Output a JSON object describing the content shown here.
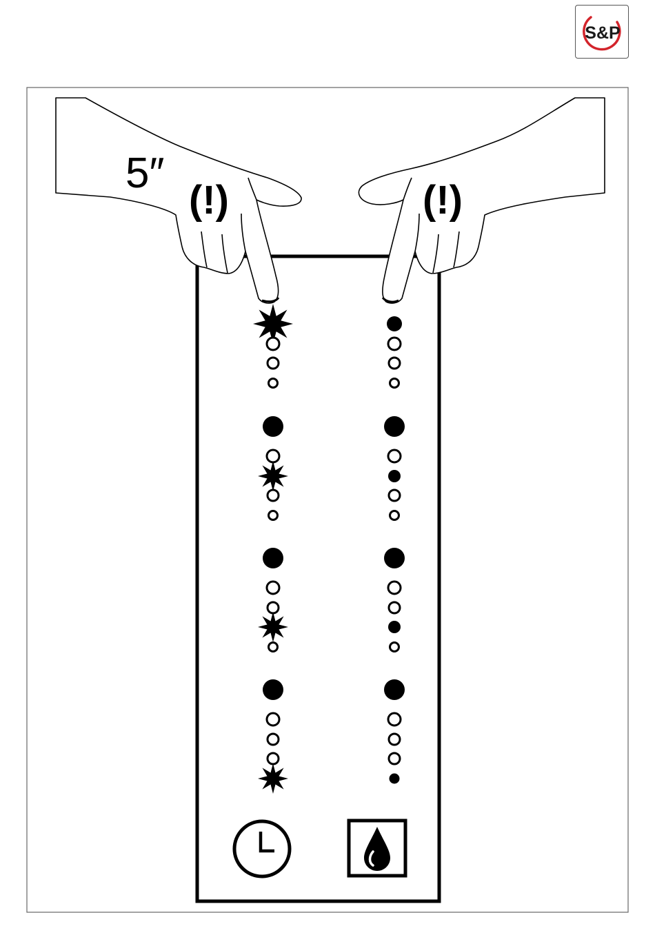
{
  "logo": {
    "text": "S&P",
    "accent_color": "#d3242b"
  },
  "instruction": {
    "hold_duration": "5″",
    "warning_left": "(!)",
    "warning_right": "(!)"
  },
  "panel": {
    "columns": [
      {
        "id": "timer",
        "icon": "clock-icon"
      },
      {
        "id": "humidity",
        "icon": "water-drop-icon"
      }
    ],
    "states": [
      {
        "timer": [
          "flash",
          "off",
          "off",
          "off"
        ],
        "humidity": [
          "on",
          "off",
          "off",
          "off"
        ]
      },
      {
        "timer": [
          "on",
          "off",
          "flash",
          "off",
          "off"
        ],
        "humidity": [
          "on",
          "off",
          "on",
          "off",
          "off"
        ]
      },
      {
        "timer": [
          "on",
          "off",
          "off",
          "flash",
          "off"
        ],
        "humidity": [
          "on",
          "off",
          "off",
          "on",
          "off"
        ]
      },
      {
        "timer": [
          "on",
          "off",
          "off",
          "off",
          "flash"
        ],
        "humidity": [
          "on",
          "off",
          "off",
          "off",
          "on"
        ]
      }
    ]
  },
  "colors": {
    "line": "#000000",
    "frame": "#666666",
    "background": "#ffffff"
  }
}
